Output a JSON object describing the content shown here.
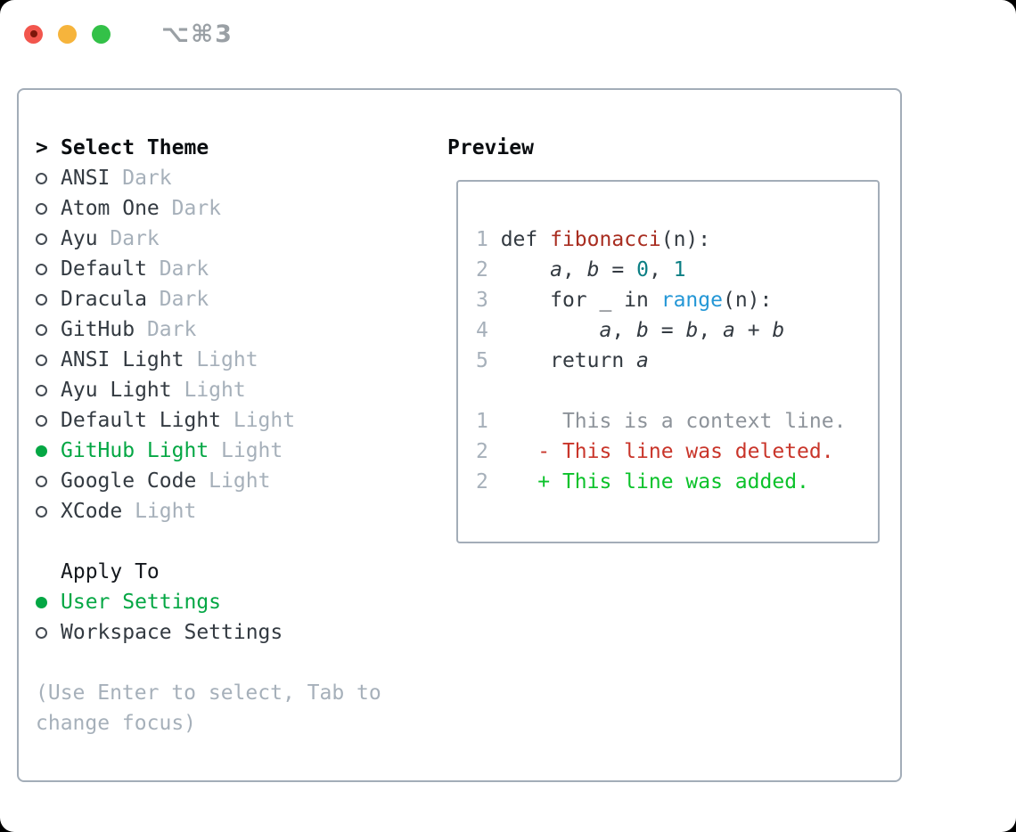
{
  "titlebar": {
    "shortcut": "⌥⌘3",
    "buttons": [
      "close",
      "minimize",
      "zoom"
    ]
  },
  "colors": {
    "selection_green": "#04a744",
    "added_green": "#0bc22a",
    "deleted_red": "#c9352a",
    "function_red": "#a82d20",
    "number_teal": "#0c7f84",
    "builtin_blue": "#2497d6",
    "text_dark": "#333a41",
    "muted_gray": "#a6b0ba",
    "context_gray": "#8d939a",
    "border_gray": "#a3adb8",
    "traffic_red": "#f2564d",
    "traffic_yellow": "#f6b43c",
    "traffic_green": "#33c148"
  },
  "left": {
    "header": {
      "prompt": ">",
      "label": "Select Theme"
    },
    "themes": [
      {
        "name": "ANSI",
        "variant": "Dark",
        "selected": false
      },
      {
        "name": "Atom One",
        "variant": "Dark",
        "selected": false
      },
      {
        "name": "Ayu",
        "variant": "Dark",
        "selected": false
      },
      {
        "name": "Default",
        "variant": "Dark",
        "selected": false
      },
      {
        "name": "Dracula",
        "variant": "Dark",
        "selected": false
      },
      {
        "name": "GitHub",
        "variant": "Dark",
        "selected": false
      },
      {
        "name": "ANSI Light",
        "variant": "Light",
        "selected": false
      },
      {
        "name": "Ayu Light",
        "variant": "Light",
        "selected": false
      },
      {
        "name": "Default Light",
        "variant": "Light",
        "selected": false
      },
      {
        "name": "GitHub Light",
        "variant": "Light",
        "selected": true
      },
      {
        "name": "Google Code",
        "variant": "Light",
        "selected": false
      },
      {
        "name": "XCode",
        "variant": "Light",
        "selected": false
      }
    ],
    "apply_to": {
      "label": "Apply To",
      "options": [
        {
          "name": "User Settings",
          "selected": true
        },
        {
          "name": "Workspace Settings",
          "selected": false
        }
      ]
    },
    "hint_lines": [
      "(Use Enter to select, Tab to",
      "change focus)"
    ]
  },
  "preview": {
    "title": "Preview",
    "lines": [
      [
        [
          "num",
          "1"
        ],
        [
          "code",
          " def "
        ],
        [
          "fn",
          "fibonacci"
        ],
        [
          "code",
          "(n):"
        ]
      ],
      [
        [
          "num",
          "2"
        ],
        [
          "code",
          "     "
        ],
        [
          "var",
          "a"
        ],
        [
          "code",
          ", "
        ],
        [
          "var",
          "b"
        ],
        [
          "code",
          " = "
        ],
        [
          "lit",
          "0"
        ],
        [
          "code",
          ", "
        ],
        [
          "lit",
          "1"
        ]
      ],
      [
        [
          "num",
          "3"
        ],
        [
          "code",
          "     for _ in "
        ],
        [
          "blt",
          "range"
        ],
        [
          "code",
          "(n):"
        ]
      ],
      [
        [
          "num",
          "4"
        ],
        [
          "code",
          "         "
        ],
        [
          "var",
          "a"
        ],
        [
          "code",
          ", "
        ],
        [
          "var",
          "b"
        ],
        [
          "code",
          " = "
        ],
        [
          "var",
          "b"
        ],
        [
          "code",
          ", "
        ],
        [
          "var",
          "a"
        ],
        [
          "code",
          " + "
        ],
        [
          "var",
          "b"
        ]
      ],
      [
        [
          "num",
          "5"
        ],
        [
          "code",
          "     return "
        ],
        [
          "var",
          "a"
        ]
      ],
      [],
      [
        [
          "num",
          "1"
        ],
        [
          "ctx",
          "      This is a context line."
        ]
      ],
      [
        [
          "num",
          "2"
        ],
        [
          "code",
          "    "
        ],
        [
          "del",
          "- This line was deleted."
        ]
      ],
      [
        [
          "num",
          "2"
        ],
        [
          "code",
          "    "
        ],
        [
          "add",
          "+ This line was added."
        ]
      ]
    ]
  }
}
